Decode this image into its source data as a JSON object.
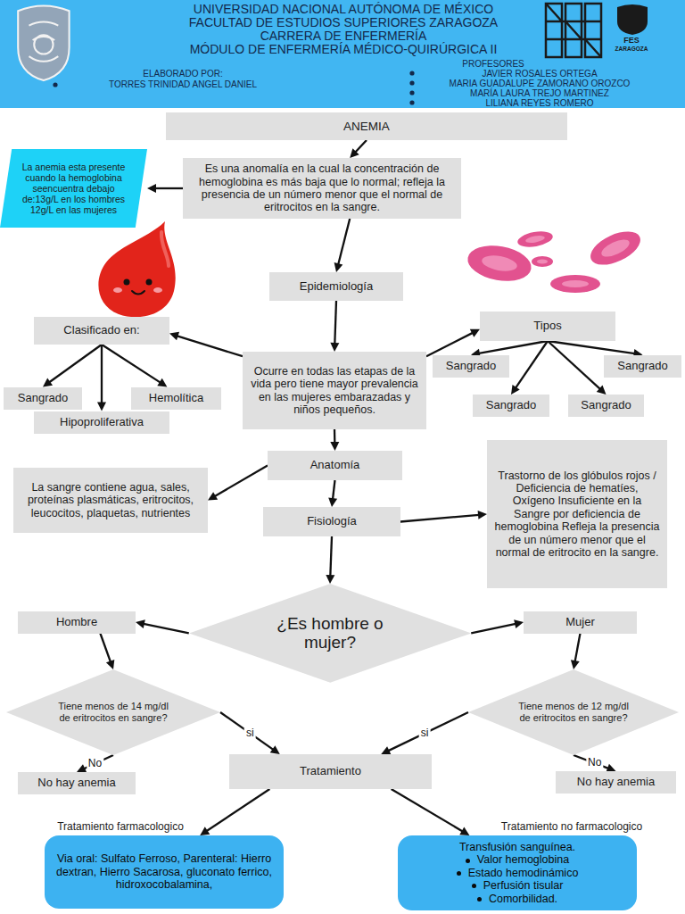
{
  "diagram": {
    "title": "UNIVERSIDAD NACIONAL AUTÓNOMA DE MÉXICO",
    "nodes": [
      {
        "text": [
          "ANEMIA"
        ]
      },
      {
        "text": [
          "Es una anomalía en la cual la concentración de hemoglobina es más baja que lo normal; refleja la presencia de un número menor que el normal de eritrocitos en la sangre."
        ]
      },
      {
        "text": [
          "La anemia esta presente cuando la hemoglobina seencuentra debajo de:13g/L en los hombres 12g/L en las mujeres"
        ]
      },
      {
        "text": [
          "Epidemiología"
        ]
      },
      {
        "text": [
          "Clasificado en:"
        ]
      },
      {
        "text": [
          "Ocurre en todas las etapas de la vida pero tiene mayor prevalencia en las mujeres embarazadas y niños pequeños."
        ]
      },
      {
        "text": [
          "Tipos"
        ]
      },
      {
        "text": [
          "Sangrado"
        ]
      },
      {
        "text": [
          "Hipoproliferativa"
        ]
      },
      {
        "text": [
          "Hemolítica"
        ]
      },
      {
        "text": [
          "Sangrado"
        ]
      },
      {
        "text": [
          "Sangrado"
        ]
      },
      {
        "text": [
          "Sangrado"
        ]
      },
      {
        "text": [
          "Sangrado"
        ]
      },
      {
        "text": [
          "Anatomía"
        ]
      },
      {
        "text": [
          "La sangre contiene agua, sales, proteínas plasmáticas, eritrocitos, leucocitos, plaquetas, nutrientes"
        ]
      },
      {
        "text": [
          "Fisiología"
        ]
      },
      {
        "text": [
          "Trastorno de los glóbulos rojos / Deficiencia de hematíes, Oxígeno Insuficiente en la Sangre por deficiencia de hemoglobina Refleja la presencia de un número menor que el normal de eritrocito en la sangre."
        ]
      },
      {
        "text": [
          "¿Es hombre o mujer?"
        ]
      },
      {
        "text": [
          "Hombre"
        ]
      },
      {
        "text": [
          "Mujer"
        ]
      },
      {
        "text": [
          "Tiene menos de 14 mg/dl de eritrocitos en sangre?"
        ]
      },
      {
        "text": [
          "Tiene menos de 12 mg/dl de eritrocitos en sangre?"
        ]
      },
      {
        "text": [
          "No hay anemia"
        ]
      },
      {
        "text": [
          "Tratamiento"
        ]
      },
      {
        "text": [
          "No hay anemia"
        ]
      },
      {
        "text": [
          "Tratamiento farmacologico",
          "Via oral: Sulfato Ferroso, Parenteral: Hierro dextran, Hierro Sacarosa, gluconato ferrico, hidroxocobalamina,"
        ]
      },
      {
        "text": [
          "Tratamiento no farmacologico",
          "Transfusión sanguínea.",
          "Valor hemoglobina",
          "Estado hemodinámico",
          "Perfusión tisular",
          "Comorbilidad."
        ]
      }
    ],
    "edges": [
      {
        "from": 0,
        "to": 1,
        "arrow": "to"
      },
      {
        "from": 1,
        "to": 2,
        "arrow": "to"
      },
      {
        "from": 1,
        "to": 3,
        "arrow": "to"
      },
      {
        "from": 3,
        "to": 5,
        "arrow": "to"
      },
      {
        "from": 5,
        "to": 4,
        "arrow": "to"
      },
      {
        "from": 5,
        "to": 6,
        "arrow": "to"
      },
      {
        "from": 4,
        "to": 7,
        "arrow": "to"
      },
      {
        "from": 4,
        "to": 8,
        "arrow": "to"
      },
      {
        "from": 4,
        "to": 9,
        "arrow": "to"
      },
      {
        "from": 6,
        "to": 10,
        "arrow": "to"
      },
      {
        "from": 6,
        "to": 11,
        "arrow": "to"
      },
      {
        "from": 6,
        "to": 12,
        "arrow": "to"
      },
      {
        "from": 6,
        "to": 13,
        "arrow": "to"
      },
      {
        "from": 5,
        "to": 14,
        "arrow": "to"
      },
      {
        "from": 14,
        "to": 15,
        "arrow": "to"
      },
      {
        "from": 14,
        "to": 16,
        "arrow": "to"
      },
      {
        "from": 16,
        "to": 17,
        "arrow": "to"
      },
      {
        "from": 16,
        "to": 18,
        "arrow": "to"
      },
      {
        "from": 18,
        "to": 19,
        "arrow": "to"
      },
      {
        "from": 18,
        "to": 20,
        "arrow": "to"
      },
      {
        "from": 19,
        "to": 21,
        "arrow": "to"
      },
      {
        "from": 20,
        "to": 22,
        "arrow": "to"
      },
      {
        "from": 21,
        "to": 23,
        "label": "No",
        "arrow": "to"
      },
      {
        "from": 21,
        "to": 24,
        "label": "si",
        "arrow": "to"
      },
      {
        "from": 22,
        "to": 24,
        "label": "si",
        "arrow": "to"
      },
      {
        "from": 22,
        "to": 25,
        "label": "No",
        "arrow": "to"
      },
      {
        "from": 24,
        "to": 26,
        "arrow": "to"
      },
      {
        "from": 24,
        "to": 27,
        "arrow": "to"
      }
    ],
    "labels": [
      "FACULTAD DE ESTUDIOS SUPERIORES ZARAGOZA",
      "CARRERA DE ENFERMERÍA",
      "MÓDULO DE ENFERMERÍA MÉDICO-QUIRÚRGICA II",
      "ELABORADO POR:",
      "TORRES TRINIDAD ANGEL DANIEL",
      "PROFESORES",
      "JAVIER ROSALES ORTEGA",
      "MARIA GUADALUPE ZAMORANO OROZCO",
      "MARÍA LAURA TREJO MARTINEZ",
      "LILIANA REYES ROMERO",
      "FES",
      "ZARAGOZA"
    ]
  }
}
